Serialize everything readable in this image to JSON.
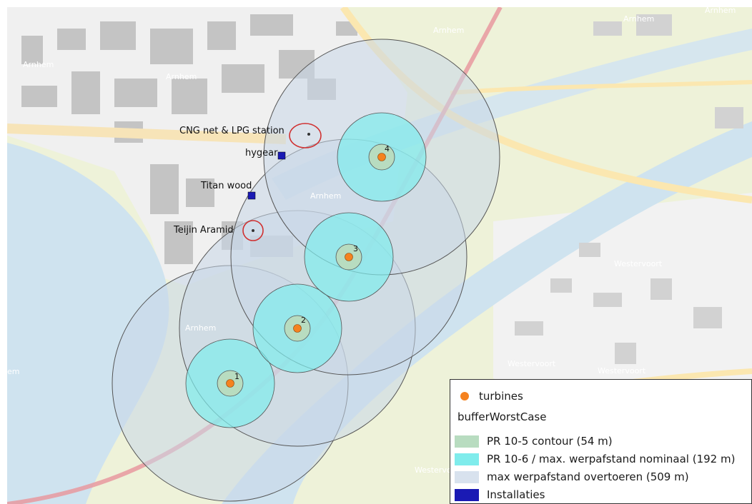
{
  "map": {
    "background_labels": [
      "Arnhem",
      "Arnhem",
      "Arnhem",
      "Arnhem",
      "Arnhem",
      "Arnhem",
      "Arnhem",
      "Westervoort",
      "Westervoort",
      "Westervoort",
      "Westervoort",
      "em"
    ],
    "site_labels": {
      "cng": "CNG net & LPG station",
      "hygear": "hygear",
      "titan": "Titan wood",
      "teijin": "Teijin Aramid"
    },
    "turbines": [
      {
        "id": "1",
        "label": "1"
      },
      {
        "id": "2",
        "label": "2"
      },
      {
        "id": "3",
        "label": "3"
      },
      {
        "id": "4",
        "label": "4"
      }
    ],
    "colors": {
      "water": "#cfe3ef",
      "land": "#eef2d9",
      "urban": "#f0f0f0",
      "building": "#c4c4c4",
      "rail": "#e8999f",
      "pr105": "#b8dcc0",
      "pr106": "#7fecec",
      "max_overtoeren": "#c8d7e8",
      "turbine": "#f5821f",
      "installation": "#1a1ab4",
      "marker_ring": "#d03030"
    }
  },
  "legend": {
    "turbines_label": "turbines",
    "group_title": "bufferWorstCase",
    "pr105_label": "PR 10-5 contour (54 m)",
    "pr106_label": "PR 10-6 / max. werpafstand nominaal (192 m)",
    "max_label": "max werpafstand overtoeren (509 m)",
    "installations_label": "Installaties"
  }
}
